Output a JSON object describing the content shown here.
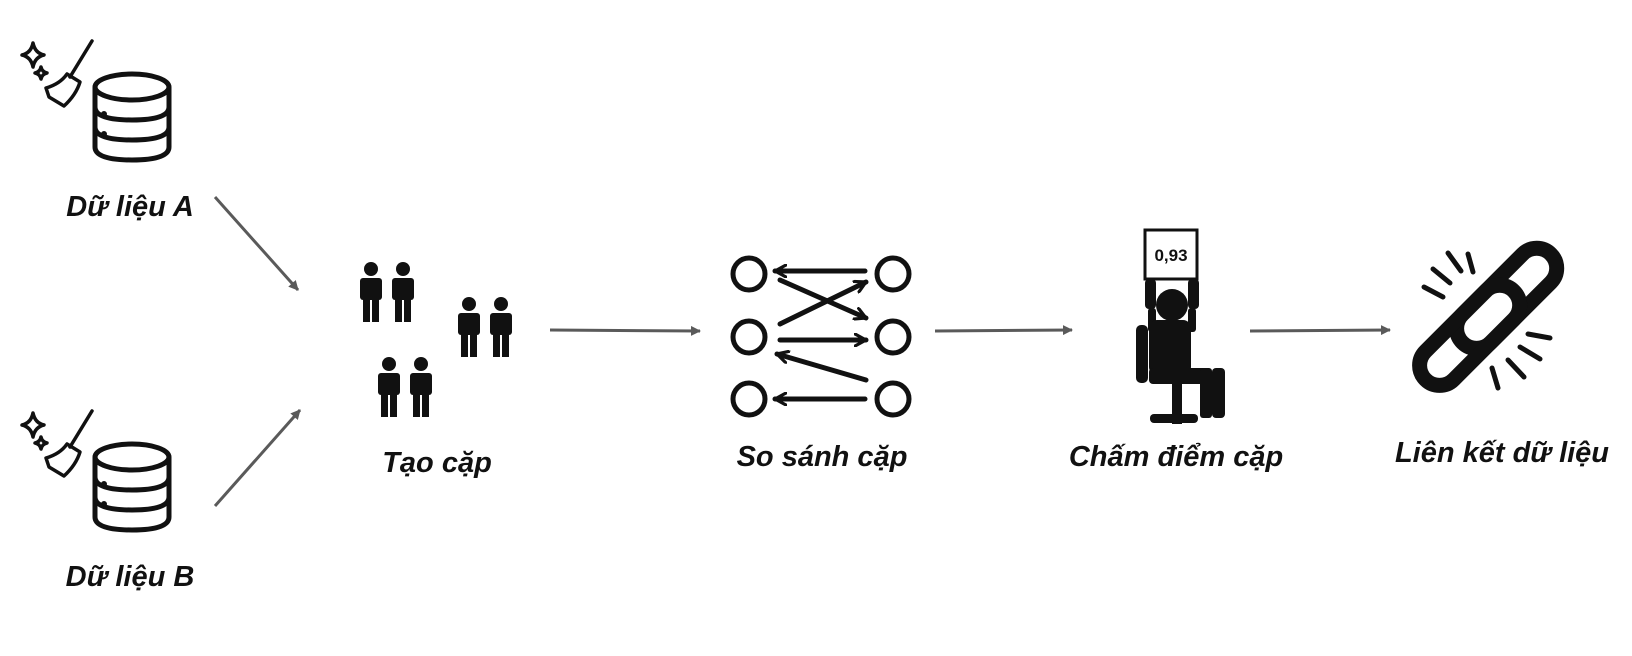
{
  "stages": {
    "source_a": {
      "label": "Dữ liệu A"
    },
    "source_b": {
      "label": "Dữ liệu B"
    },
    "pair_generation": {
      "label": "Tạo cặp"
    },
    "pair_comparison": {
      "label": "So sánh cặp"
    },
    "pair_scoring": {
      "label": "Chấm điểm cặp",
      "score_card": "0,93"
    },
    "record_linkage": {
      "label": "Liên kết dữ liệu"
    }
  },
  "icons": {
    "source_a": [
      "broom-sparkle-icon",
      "database-icon"
    ],
    "source_b": [
      "broom-sparkle-icon",
      "database-icon"
    ],
    "pair_generation": "people-pairs-icon",
    "pair_comparison": "cross-comparison-arrows-icon",
    "pair_scoring": "seated-judge-score-card-icon",
    "record_linkage": "broken-chain-link-icon"
  },
  "colors": {
    "icon": "#111111",
    "arrow": "#5a5a5a",
    "background": "#ffffff"
  }
}
